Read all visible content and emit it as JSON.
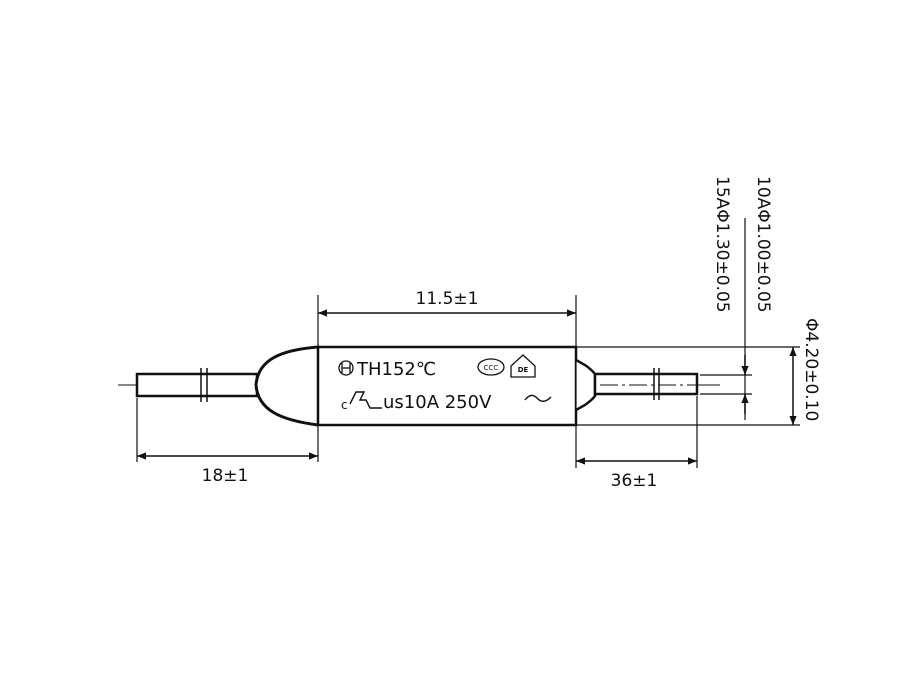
{
  "dimensions": {
    "body_length": "11.5±1",
    "left_lead": "18±1",
    "right_lead": "36±1",
    "body_diameter": "Φ4.20±0.10",
    "lead_diameter_10a": "10AΦ1.00±0.05",
    "lead_diameter_15a": "15AΦ1.30±0.05"
  },
  "body_marking": {
    "line1": "TH152℃",
    "line2": "us10A 250V",
    "ul_prefix": "c",
    "cert_ccc": "CCC",
    "cert_vde": "DE"
  },
  "colors": {
    "line": "#111111",
    "background": "#ffffff"
  }
}
